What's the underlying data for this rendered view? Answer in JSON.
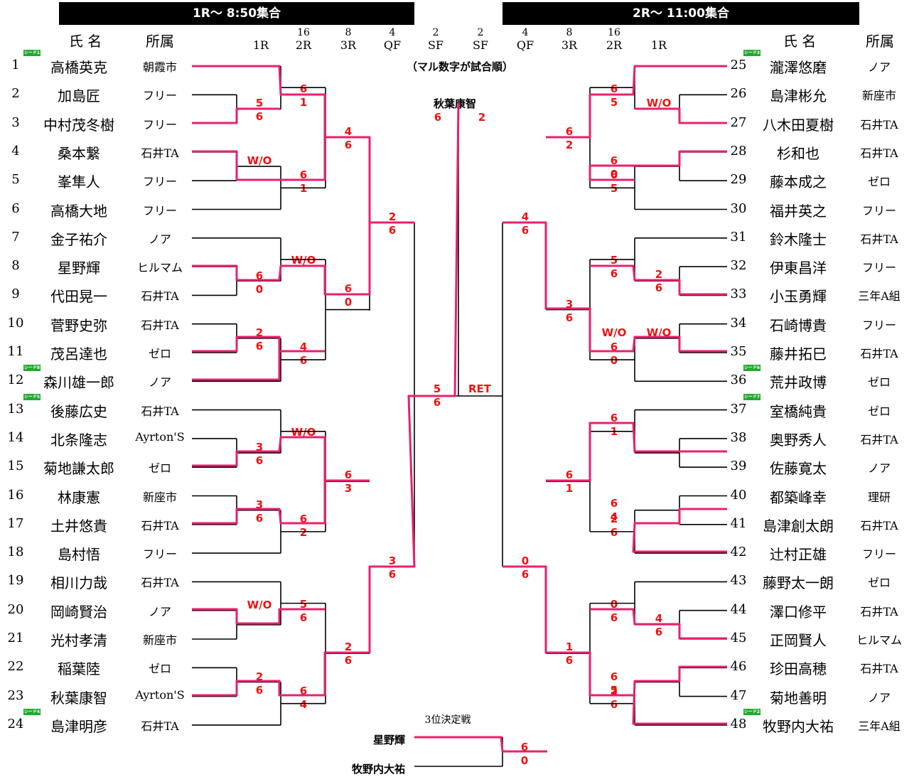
{
  "headers": {
    "left": "1R〜 8:50集合",
    "right": "2R〜  11:00集合"
  },
  "column_header": {
    "name": "氏   名",
    "affiliation": "所属"
  },
  "round_cols": [
    {
      "top": "",
      "bottom": "1R"
    },
    {
      "top": "16",
      "bottom": "2R"
    },
    {
      "top": "8",
      "bottom": "3R"
    },
    {
      "top": "4",
      "bottom": "QF"
    },
    {
      "top": "2",
      "bottom": "SF"
    },
    {
      "top": "2",
      "bottom": "SF"
    },
    {
      "top": "4",
      "bottom": "QF"
    },
    {
      "top": "8",
      "bottom": "3R"
    },
    {
      "top": "16",
      "bottom": "2R"
    },
    {
      "top": "",
      "bottom": "1R"
    }
  ],
  "note": "（マル数字が試合順）",
  "champion": {
    "name": "秋葉康智",
    "score_a": "6",
    "score_b": "2"
  },
  "final": {
    "left_scores": [
      "5",
      "6"
    ],
    "right_label": "RET"
  },
  "left_players": [
    {
      "no": "1",
      "name": "高橋英克",
      "aff": "朝霞市",
      "seed": "シード1"
    },
    {
      "no": "2",
      "name": "加島匠",
      "aff": "フリー"
    },
    {
      "no": "3",
      "name": "中村茂冬樹",
      "aff": "フリー"
    },
    {
      "no": "4",
      "name": "桑本繋",
      "aff": "石井TA"
    },
    {
      "no": "5",
      "name": "峯隼人",
      "aff": "フリー"
    },
    {
      "no": "6",
      "name": "高橋大地",
      "aff": "フリー"
    },
    {
      "no": "7",
      "name": "金子祐介",
      "aff": "ノア"
    },
    {
      "no": "8",
      "name": "星野輝",
      "aff": "ヒルマム"
    },
    {
      "no": "9",
      "name": "代田晃一",
      "aff": "石井TA"
    },
    {
      "no": "10",
      "name": "菅野史弥",
      "aff": "石井TA"
    },
    {
      "no": "11",
      "name": "茂呂達也",
      "aff": "ゼロ"
    },
    {
      "no": "12",
      "name": "森川雄一郎",
      "aff": "ノア",
      "seed": "シード8"
    },
    {
      "no": "13",
      "name": "後藤広史",
      "aff": "石井TA",
      "seed": "シード5"
    },
    {
      "no": "14",
      "name": "北条隆志",
      "aff": "Ayrton'S"
    },
    {
      "no": "15",
      "name": "菊地謙太郎",
      "aff": "ゼロ"
    },
    {
      "no": "16",
      "name": "林康憲",
      "aff": "新座市"
    },
    {
      "no": "17",
      "name": "土井悠貴",
      "aff": "石井TA"
    },
    {
      "no": "18",
      "name": "島村悟",
      "aff": "フリー"
    },
    {
      "no": "19",
      "name": "相川力哉",
      "aff": "石井TA"
    },
    {
      "no": "20",
      "name": "岡崎賢治",
      "aff": "ノア"
    },
    {
      "no": "21",
      "name": "光村孝清",
      "aff": "新座市"
    },
    {
      "no": "22",
      "name": "稲葉陸",
      "aff": "ゼロ"
    },
    {
      "no": "23",
      "name": "秋葉康智",
      "aff": "Ayrton'S"
    },
    {
      "no": "24",
      "name": "島津明彦",
      "aff": "石井TA",
      "seed": "シード4"
    }
  ],
  "right_players": [
    {
      "no": "25",
      "name": "瀧澤悠磨",
      "aff": "ノア",
      "seed": "シード3"
    },
    {
      "no": "26",
      "name": "島津彬允",
      "aff": "新座市"
    },
    {
      "no": "27",
      "name": "八木田夏樹",
      "aff": "石井TA"
    },
    {
      "no": "28",
      "name": "杉和也",
      "aff": "石井TA"
    },
    {
      "no": "29",
      "name": "藤本成之",
      "aff": "ゼロ"
    },
    {
      "no": "30",
      "name": "福井英之",
      "aff": "フリー"
    },
    {
      "no": "31",
      "name": "鈴木隆士",
      "aff": "石井TA"
    },
    {
      "no": "32",
      "name": "伊東昌洋",
      "aff": "フリー"
    },
    {
      "no": "33",
      "name": "小玉勇輝",
      "aff": "三年A組"
    },
    {
      "no": "34",
      "name": "石崎博貴",
      "aff": "フリー"
    },
    {
      "no": "35",
      "name": "藤井拓巳",
      "aff": "石井TA"
    },
    {
      "no": "36",
      "name": "荒井政博",
      "aff": "ゼロ",
      "seed": "シード6"
    },
    {
      "no": "37",
      "name": "室橋純貴",
      "aff": "ゼロ",
      "seed": "シード7"
    },
    {
      "no": "38",
      "name": "奥野秀人",
      "aff": "石井TA"
    },
    {
      "no": "39",
      "name": "佐藤寛太",
      "aff": "ノア"
    },
    {
      "no": "40",
      "name": "都築峰幸",
      "aff": "理研"
    },
    {
      "no": "41",
      "name": "島津創太朗",
      "aff": "石井TA"
    },
    {
      "no": "42",
      "name": "辻村正雄",
      "aff": "フリー"
    },
    {
      "no": "43",
      "name": "藤野太一朗",
      "aff": "ゼロ"
    },
    {
      "no": "44",
      "name": "澤口修平",
      "aff": "石井TA"
    },
    {
      "no": "45",
      "name": "正岡賢人",
      "aff": "ヒルマム"
    },
    {
      "no": "46",
      "name": "珍田高穂",
      "aff": "石井TA"
    },
    {
      "no": "47",
      "name": "菊地善明",
      "aff": "ノア"
    },
    {
      "no": "48",
      "name": "牧野内大祐",
      "aff": "三年A組",
      "seed": "シード2"
    }
  ],
  "scores": {
    "L1": [
      {
        "a": "5",
        "b": "6"
      },
      {
        "a": "W/O",
        "b": ""
      },
      {
        "a": "6",
        "b": "0"
      },
      {
        "a": "2",
        "b": "6"
      },
      {
        "a": "3",
        "b": "6"
      },
      {
        "a": "3",
        "b": "6"
      },
      {
        "a": "W/O",
        "b": ""
      },
      {
        "a": "2",
        "b": "6"
      }
    ],
    "L2": [
      {
        "a": "6",
        "b": "1"
      },
      {
        "a": "6",
        "b": "1"
      },
      {
        "a": "W/O",
        "b": ""
      },
      {
        "a": "4",
        "b": "6"
      },
      {
        "a": "W/O",
        "b": ""
      },
      {
        "a": "6",
        "b": "2"
      },
      {
        "a": "5",
        "b": "6"
      },
      {
        "a": "6",
        "b": "4"
      }
    ],
    "L3": [
      {
        "a": "4",
        "b": "6"
      },
      {
        "a": "6",
        "b": "0"
      },
      {
        "a": "6",
        "b": "3"
      },
      {
        "a": "2",
        "b": "6"
      }
    ],
    "L4": [
      {
        "a": "2",
        "b": "6"
      },
      {
        "a": "3",
        "b": "6"
      }
    ],
    "R1": [
      {
        "a": "W/O",
        "b": ""
      },
      {
        "a": "2",
        "b": "6"
      },
      {
        "a": "W/O",
        "b": ""
      },
      {
        "a": "4",
        "b": "6"
      }
    ],
    "R2": [
      {
        "a": "6",
        "b": "5"
      },
      {
        "a": "6",
        "b": "0"
      },
      {
        "a": "6",
        "b": "5"
      },
      {
        "a": "5",
        "b": "6"
      },
      {
        "a": "6",
        "b": "0"
      },
      {
        "a": "W/O",
        "b": ""
      },
      {
        "a": "6",
        "b": "1"
      },
      {
        "a": "6",
        "b": "4"
      },
      {
        "a": "2",
        "b": "6"
      },
      {
        "a": "0",
        "b": "6"
      },
      {
        "a": "6",
        "b": "5"
      },
      {
        "a": "2",
        "b": "6"
      }
    ],
    "R3": [
      {
        "a": "6",
        "b": "2"
      },
      {
        "a": "3",
        "b": "6"
      },
      {
        "a": "6",
        "b": "1"
      },
      {
        "a": "1",
        "b": "6"
      }
    ],
    "R4": [
      {
        "a": "4",
        "b": "6"
      },
      {
        "a": "0",
        "b": "6"
      }
    ]
  },
  "third_place": {
    "title": "3位決定戦",
    "player_a": "星野輝",
    "player_b": "牧野内大祐",
    "score_a": "6",
    "score_b": "0"
  },
  "colors": {
    "line": "#000000",
    "winner": "#e8206e",
    "score": "#ee1111",
    "seed_badge": "#22aa33"
  }
}
